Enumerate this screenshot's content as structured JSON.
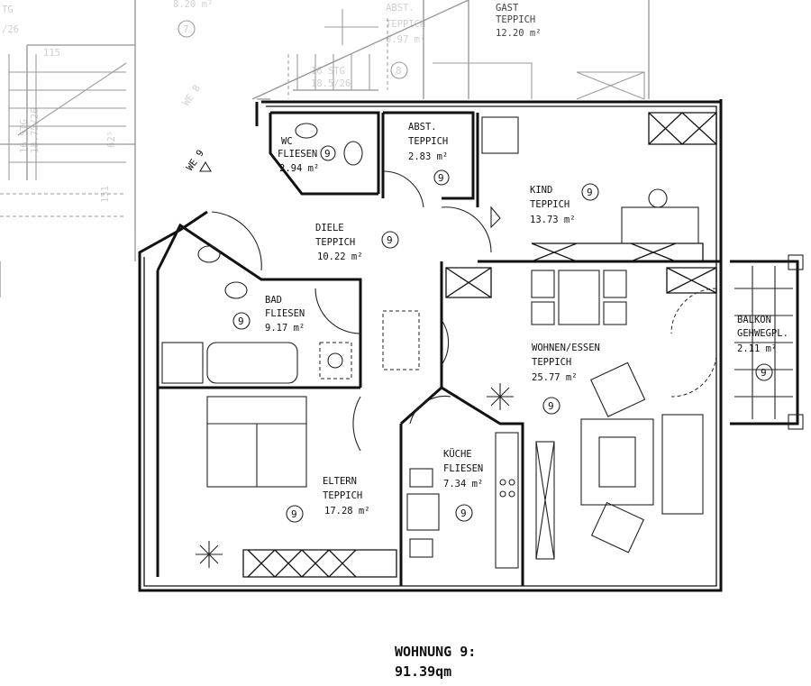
{
  "apartment": {
    "title": "WOHNUNG  9:",
    "area": "91.39qm"
  },
  "rooms": [
    {
      "name": "WC",
      "floor": "FLIESEN",
      "area": "2.94 m²",
      "unit": "9"
    },
    {
      "name": "ABST.",
      "floor": "TEPPICH",
      "area": "2.83 m²",
      "unit": "9"
    },
    {
      "name": "KIND",
      "floor": "TEPPICH",
      "area": "13.73 m²",
      "unit": "9"
    },
    {
      "name": "DIELE",
      "floor": "TEPPICH",
      "area": "10.22 m²",
      "unit": "9"
    },
    {
      "name": "BAD",
      "floor": "FLIESEN",
      "area": "9.17 m²",
      "unit": "9"
    },
    {
      "name": "WOHNEN/ESSEN",
      "floor": "TEPPICH",
      "area": "25.77 m²",
      "unit": "9"
    },
    {
      "name": "BALKON",
      "floor": "GEHWEGPL.",
      "area": "2.11 m²",
      "unit": "9"
    },
    {
      "name": "KÜCHE",
      "floor": "FLIESEN",
      "area": "7.34 m²",
      "unit": "9"
    },
    {
      "name": "ELTERN",
      "floor": "TEPPICH",
      "area": "17.28 m²",
      "unit": "9"
    }
  ],
  "neighbors": {
    "room7_area": "8.20 m²",
    "room7_unit": "7",
    "abst8_name": "ABST.",
    "abst8_floor": "TEPPICH",
    "abst8_area": "0.97 m²",
    "abst8_unit": "8",
    "gast_name": "GAST",
    "gast_floor": "TEPPICH",
    "gast_area": "12.20 m²",
    "stairs_a1": "16 STG",
    "stairs_a2": "18.5/26",
    "stairs_b1": "16 STG",
    "stairs_b2": "18.75/26",
    "stairs_c": "TG",
    "stairs_c2": "/26",
    "we8": "WE 8",
    "we9": "WE 9",
    "dim1": "62⁵",
    "dim2": "151",
    "dim3": "115"
  }
}
